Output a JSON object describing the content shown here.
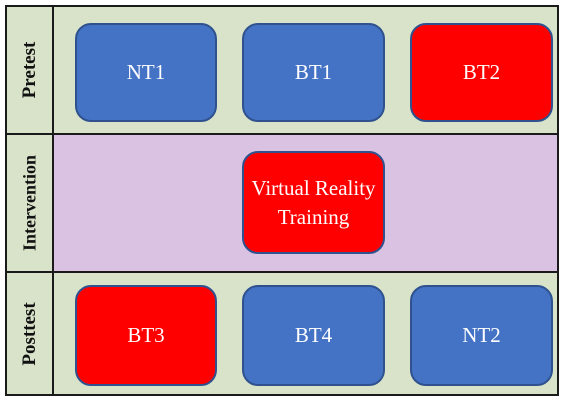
{
  "rows": {
    "pretest": {
      "label": "Pretest",
      "boxes": [
        "NT1",
        "BT1",
        "BT2"
      ]
    },
    "intervention": {
      "label": "Intervention",
      "box": "Virtual Reality Training"
    },
    "posttest": {
      "label": "Posttest",
      "boxes": [
        "BT3",
        "BT4",
        "NT2"
      ]
    }
  },
  "colors": {
    "blue_box": "#4472c4",
    "red_box": "#ff0000",
    "box_border": "#2f528f",
    "green_band": "#d8e3c9",
    "purple_band": "#d9c2e2"
  }
}
